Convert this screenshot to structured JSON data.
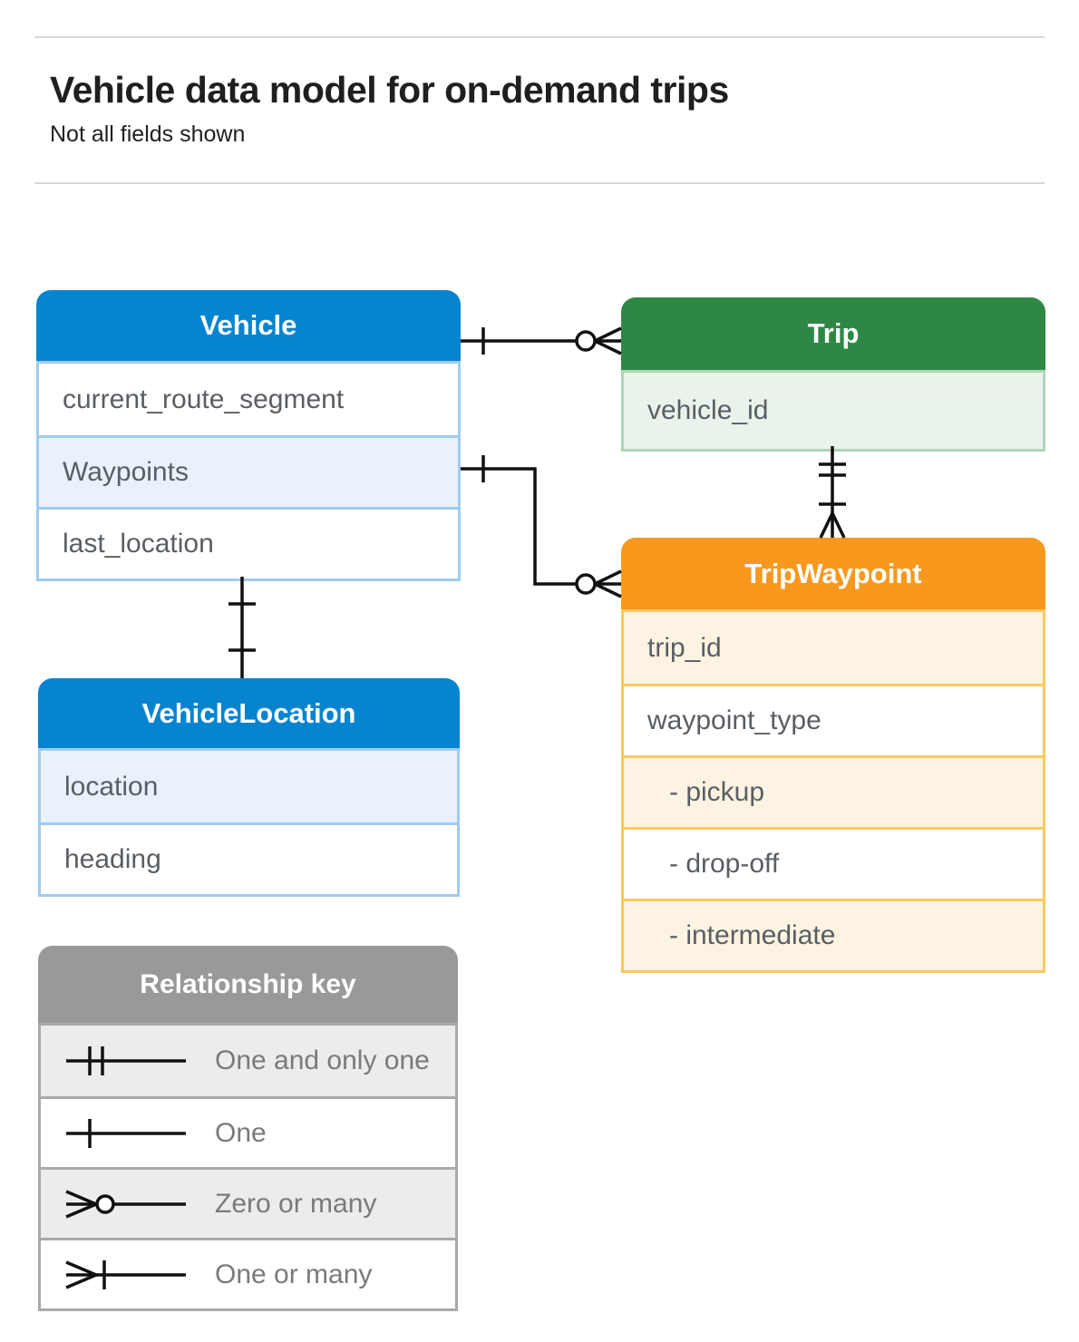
{
  "page": {
    "title": "Vehicle data model for on-demand trips",
    "subtitle": "Not all fields shown"
  },
  "colors": {
    "blue_header": "#0684d0",
    "blue_row_highlight": "#e8f1fc",
    "blue_border": "#9fccee",
    "green_header": "#2e8845",
    "green_row_highlight": "#e9f3ec",
    "green_border": "#aed6b8",
    "orange_header": "#f8991d",
    "orange_row_highlight": "#fdf3e2",
    "orange_border": "#fbc863",
    "gray_header": "#999999",
    "gray_row_highlight": "#ececec",
    "connector_line": "#111111",
    "row_text": "#5a5e63",
    "legend_text": "#7a7a7a"
  },
  "entities": [
    {
      "name": "Vehicle",
      "fields": [
        {
          "label": "current_route_segment"
        },
        {
          "label": "Waypoints"
        },
        {
          "label": "last_location"
        }
      ]
    },
    {
      "name": "Trip",
      "fields": [
        {
          "label": "vehicle_id"
        }
      ]
    },
    {
      "name": "TripWaypoint",
      "fields": [
        {
          "label": "trip_id"
        },
        {
          "label": "waypoint_type"
        },
        {
          "label": "- pickup"
        },
        {
          "label": "- drop-off"
        },
        {
          "label": "- intermediate"
        }
      ]
    },
    {
      "name": "VehicleLocation",
      "fields": [
        {
          "label": "location"
        },
        {
          "label": "heading"
        }
      ]
    }
  ],
  "relationships": [
    {
      "from": "Vehicle",
      "to": "Trip",
      "from_cardinality": "one",
      "to_cardinality": "zero-or-many"
    },
    {
      "from": "Vehicle.Waypoints",
      "to": "TripWaypoint",
      "from_cardinality": "one",
      "to_cardinality": "zero-or-many"
    },
    {
      "from": "Trip",
      "to": "TripWaypoint",
      "from_cardinality": "one-and-only-one",
      "to_cardinality": "one-or-many"
    },
    {
      "from": "Vehicle",
      "to": "VehicleLocation",
      "from_cardinality": "one",
      "to_cardinality": "one"
    }
  ],
  "legend": {
    "title": "Relationship key",
    "items": [
      {
        "label": "One and only one",
        "symbol": "one-and-only-one"
      },
      {
        "label": "One",
        "symbol": "one"
      },
      {
        "label": "Zero or many",
        "symbol": "zero-or-many"
      },
      {
        "label": "One or many",
        "symbol": "one-or-many"
      }
    ]
  }
}
